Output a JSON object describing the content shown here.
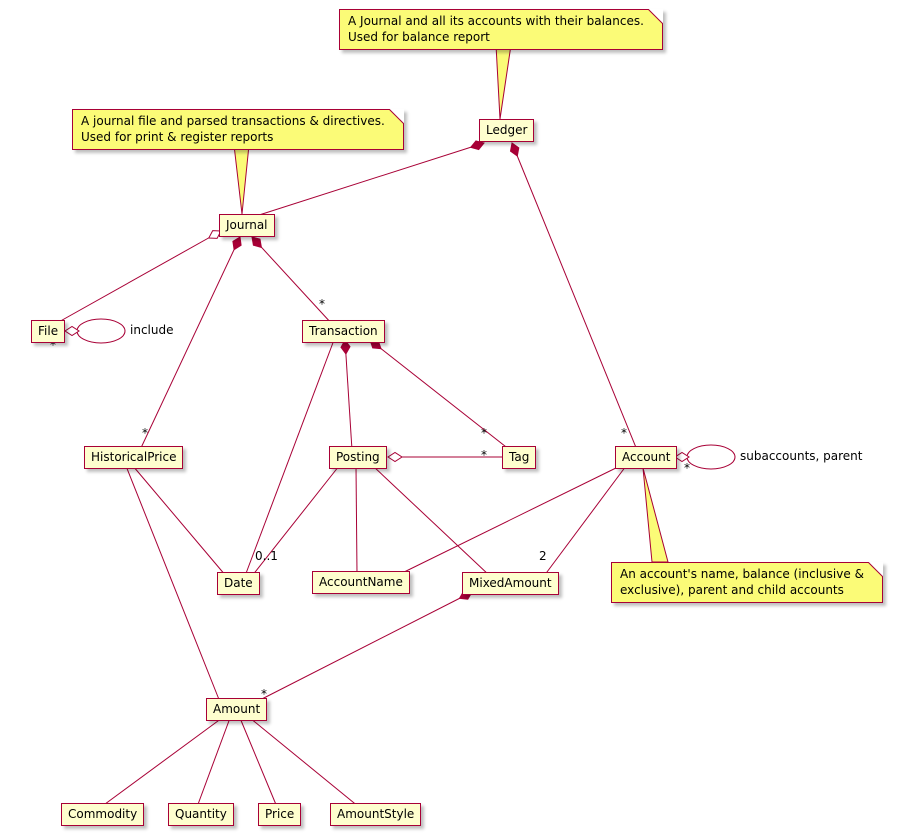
{
  "diagram": {
    "type": "uml-class-diagram",
    "colors": {
      "line": "#A80036",
      "node_bg": "#FEFECE",
      "note_bg": "#FBFB77",
      "background": "#FFFFFF",
      "text": "#000000"
    }
  },
  "nodes": {
    "ledger": {
      "label": "Ledger"
    },
    "journal": {
      "label": "Journal"
    },
    "file": {
      "label": "File"
    },
    "transaction": {
      "label": "Transaction"
    },
    "historical_price": {
      "label": "HistoricalPrice"
    },
    "posting": {
      "label": "Posting"
    },
    "tag": {
      "label": "Tag"
    },
    "account": {
      "label": "Account"
    },
    "date": {
      "label": "Date"
    },
    "account_name": {
      "label": "AccountName"
    },
    "mixed_amount": {
      "label": "MixedAmount"
    },
    "amount": {
      "label": "Amount"
    },
    "commodity": {
      "label": "Commodity"
    },
    "quantity": {
      "label": "Quantity"
    },
    "price": {
      "label": "Price"
    },
    "amount_style": {
      "label": "AmountStyle"
    }
  },
  "notes": {
    "ledger_note": {
      "attached_to": "Ledger",
      "text": "A Journal and all its accounts with their balances.\nUsed for balance report"
    },
    "journal_note": {
      "attached_to": "Journal",
      "text": "A journal file and parsed transactions & directives.\nUsed for print & register reports"
    },
    "account_note": {
      "attached_to": "Account",
      "text": "An account's name, balance (inclusive &\nexclusive), parent and child accounts"
    }
  },
  "edge_labels": {
    "star": "*",
    "zero_or_one": "0..1",
    "two": "2",
    "include": "include",
    "subaccounts_parent": "subaccounts, parent"
  },
  "relationships": [
    {
      "from": "Ledger",
      "to": "Journal",
      "type": "composition"
    },
    {
      "from": "Ledger",
      "to": "Account",
      "type": "composition",
      "to_multiplicity": "*"
    },
    {
      "from": "Journal",
      "to": "File",
      "type": "aggregation"
    },
    {
      "from": "File",
      "to": "File",
      "type": "aggregation",
      "label": "include",
      "to_multiplicity": "*"
    },
    {
      "from": "Journal",
      "to": "Transaction",
      "type": "composition",
      "to_multiplicity": "*"
    },
    {
      "from": "Journal",
      "to": "HistoricalPrice",
      "type": "composition",
      "to_multiplicity": "*"
    },
    {
      "from": "Transaction",
      "to": "Posting",
      "type": "composition"
    },
    {
      "from": "Transaction",
      "to": "Tag",
      "type": "composition",
      "to_multiplicity": "*"
    },
    {
      "from": "Posting",
      "to": "Tag",
      "type": "aggregation",
      "to_multiplicity": "*"
    },
    {
      "from": "Transaction",
      "to": "Date",
      "type": "association"
    },
    {
      "from": "Posting",
      "to": "Date",
      "type": "association",
      "to_multiplicity": "0..1"
    },
    {
      "from": "HistoricalPrice",
      "to": "Date",
      "type": "association"
    },
    {
      "from": "HistoricalPrice",
      "to": "Amount",
      "type": "association"
    },
    {
      "from": "Posting",
      "to": "AccountName",
      "type": "association"
    },
    {
      "from": "Posting",
      "to": "MixedAmount",
      "type": "association"
    },
    {
      "from": "Account",
      "to": "AccountName",
      "type": "association"
    },
    {
      "from": "Account",
      "to": "MixedAmount",
      "type": "association",
      "to_multiplicity": "2"
    },
    {
      "from": "Account",
      "to": "Account",
      "type": "aggregation",
      "label": "subaccounts, parent",
      "to_multiplicity": "*"
    },
    {
      "from": "MixedAmount",
      "to": "Amount",
      "type": "composition",
      "to_multiplicity": "*"
    },
    {
      "from": "Amount",
      "to": "Commodity",
      "type": "association"
    },
    {
      "from": "Amount",
      "to": "Quantity",
      "type": "association"
    },
    {
      "from": "Amount",
      "to": "Price",
      "type": "association"
    },
    {
      "from": "Amount",
      "to": "AmountStyle",
      "type": "association"
    }
  ]
}
